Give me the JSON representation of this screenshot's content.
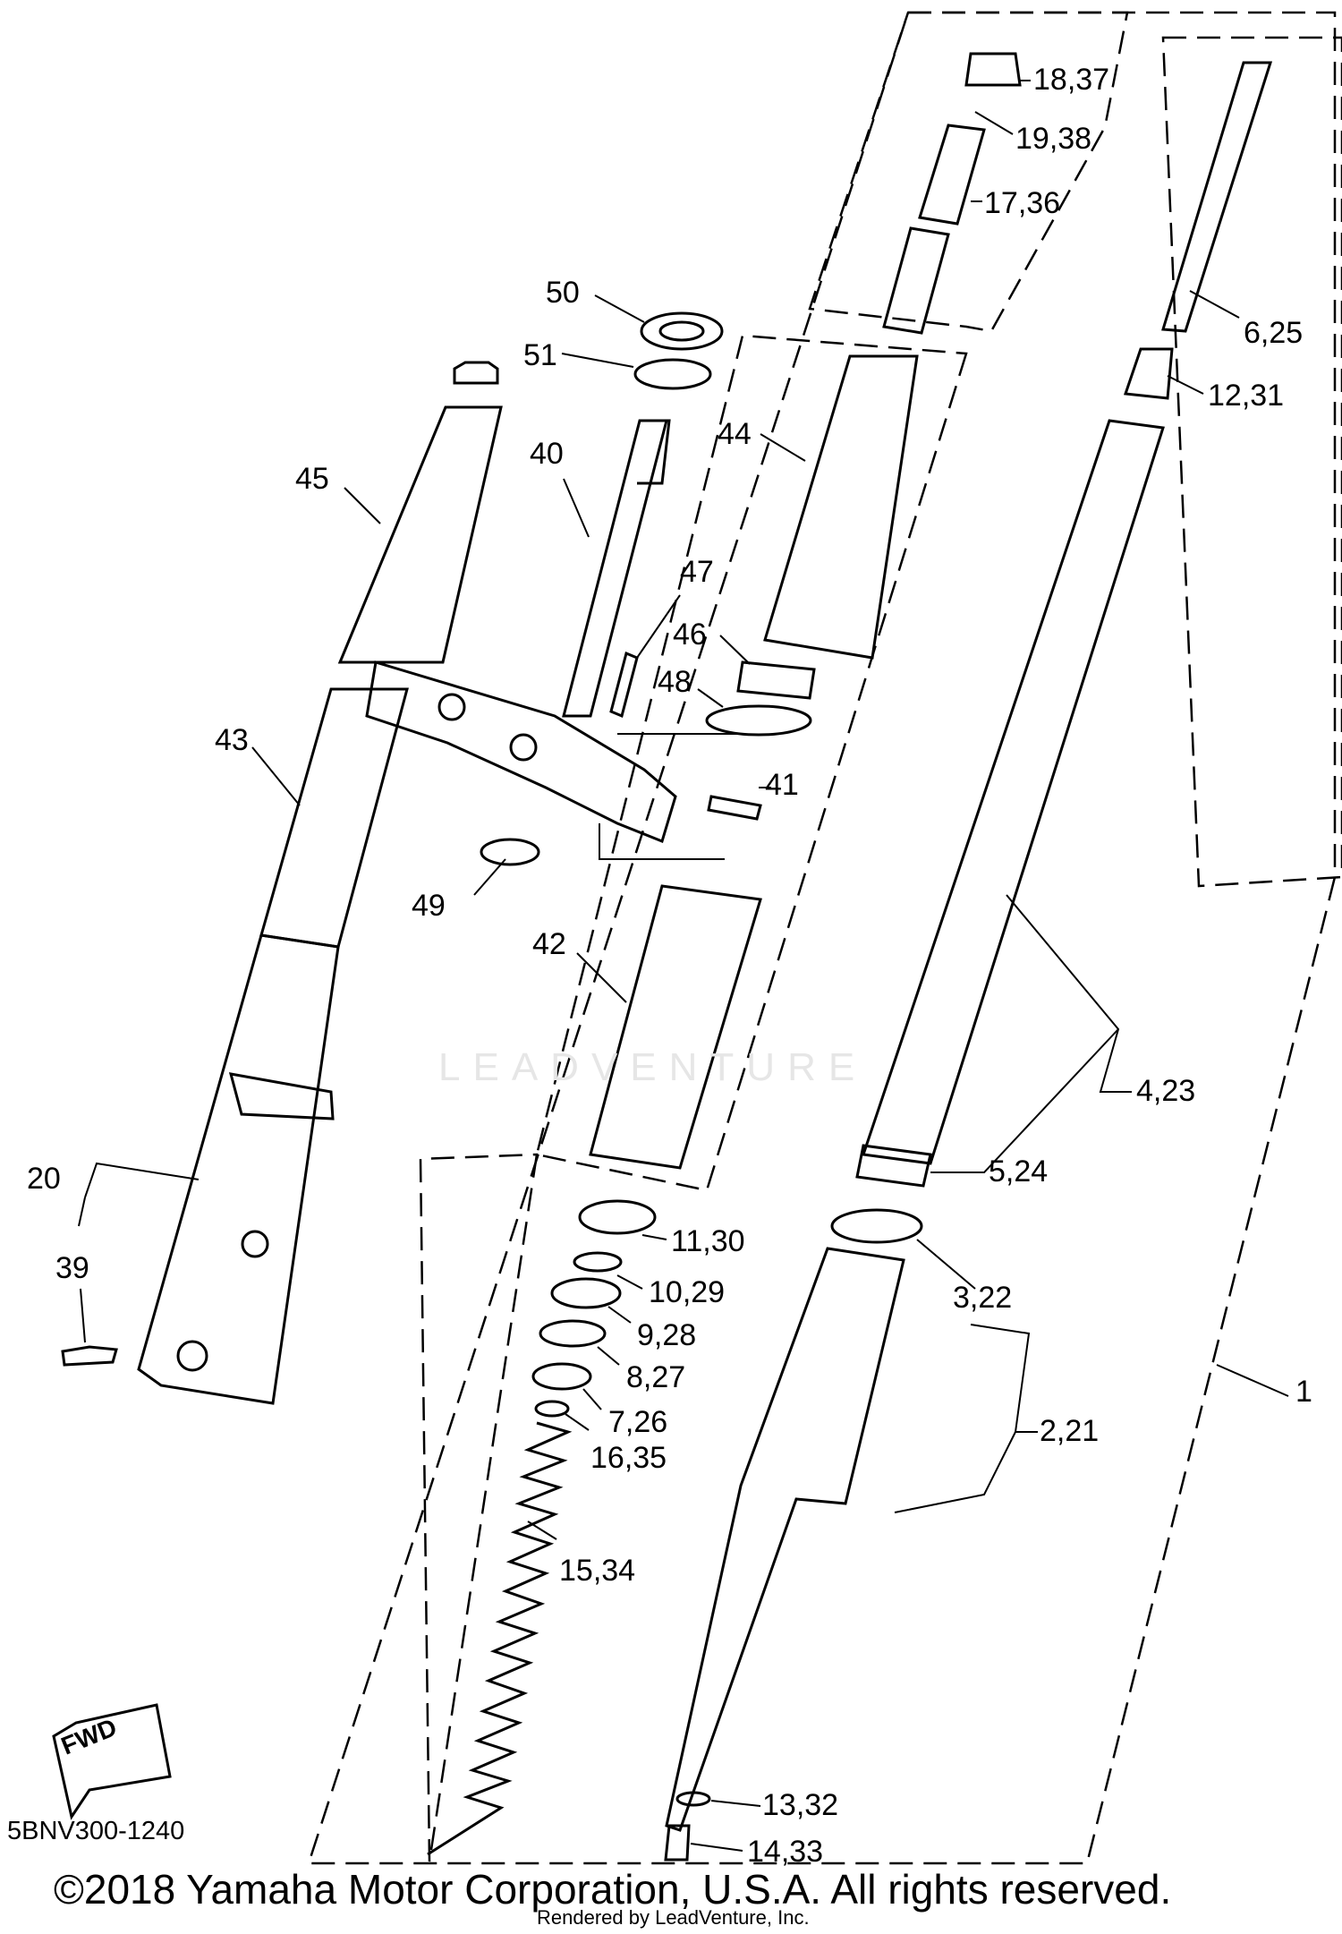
{
  "diagram": {
    "part_labels": [
      "18,37",
      "19,38",
      "17,36",
      "50",
      "51",
      "6,25",
      "12,31",
      "40",
      "44",
      "45",
      "47",
      "46",
      "48",
      "41",
      "43",
      "49",
      "42",
      "4,23",
      "5,24",
      "20",
      "39",
      "11,30",
      "10,29",
      "3,22",
      "9,28",
      "8,27",
      "1",
      "7,26",
      "2,21",
      "16,35",
      "15,34",
      "13,32",
      "14,33"
    ],
    "fwd_label": "FWD",
    "diagram_code": "5BNV300-1240",
    "copyright": "©2018 Yamaha Motor Corporation, U.S.A. All rights reserved.",
    "rendered_by": "Rendered by LeadVenture, Inc.",
    "watermark": "LEADVENTURE"
  },
  "colors": {
    "line": "#000000",
    "background": "#ffffff",
    "watermark": "#e6e6e6"
  }
}
